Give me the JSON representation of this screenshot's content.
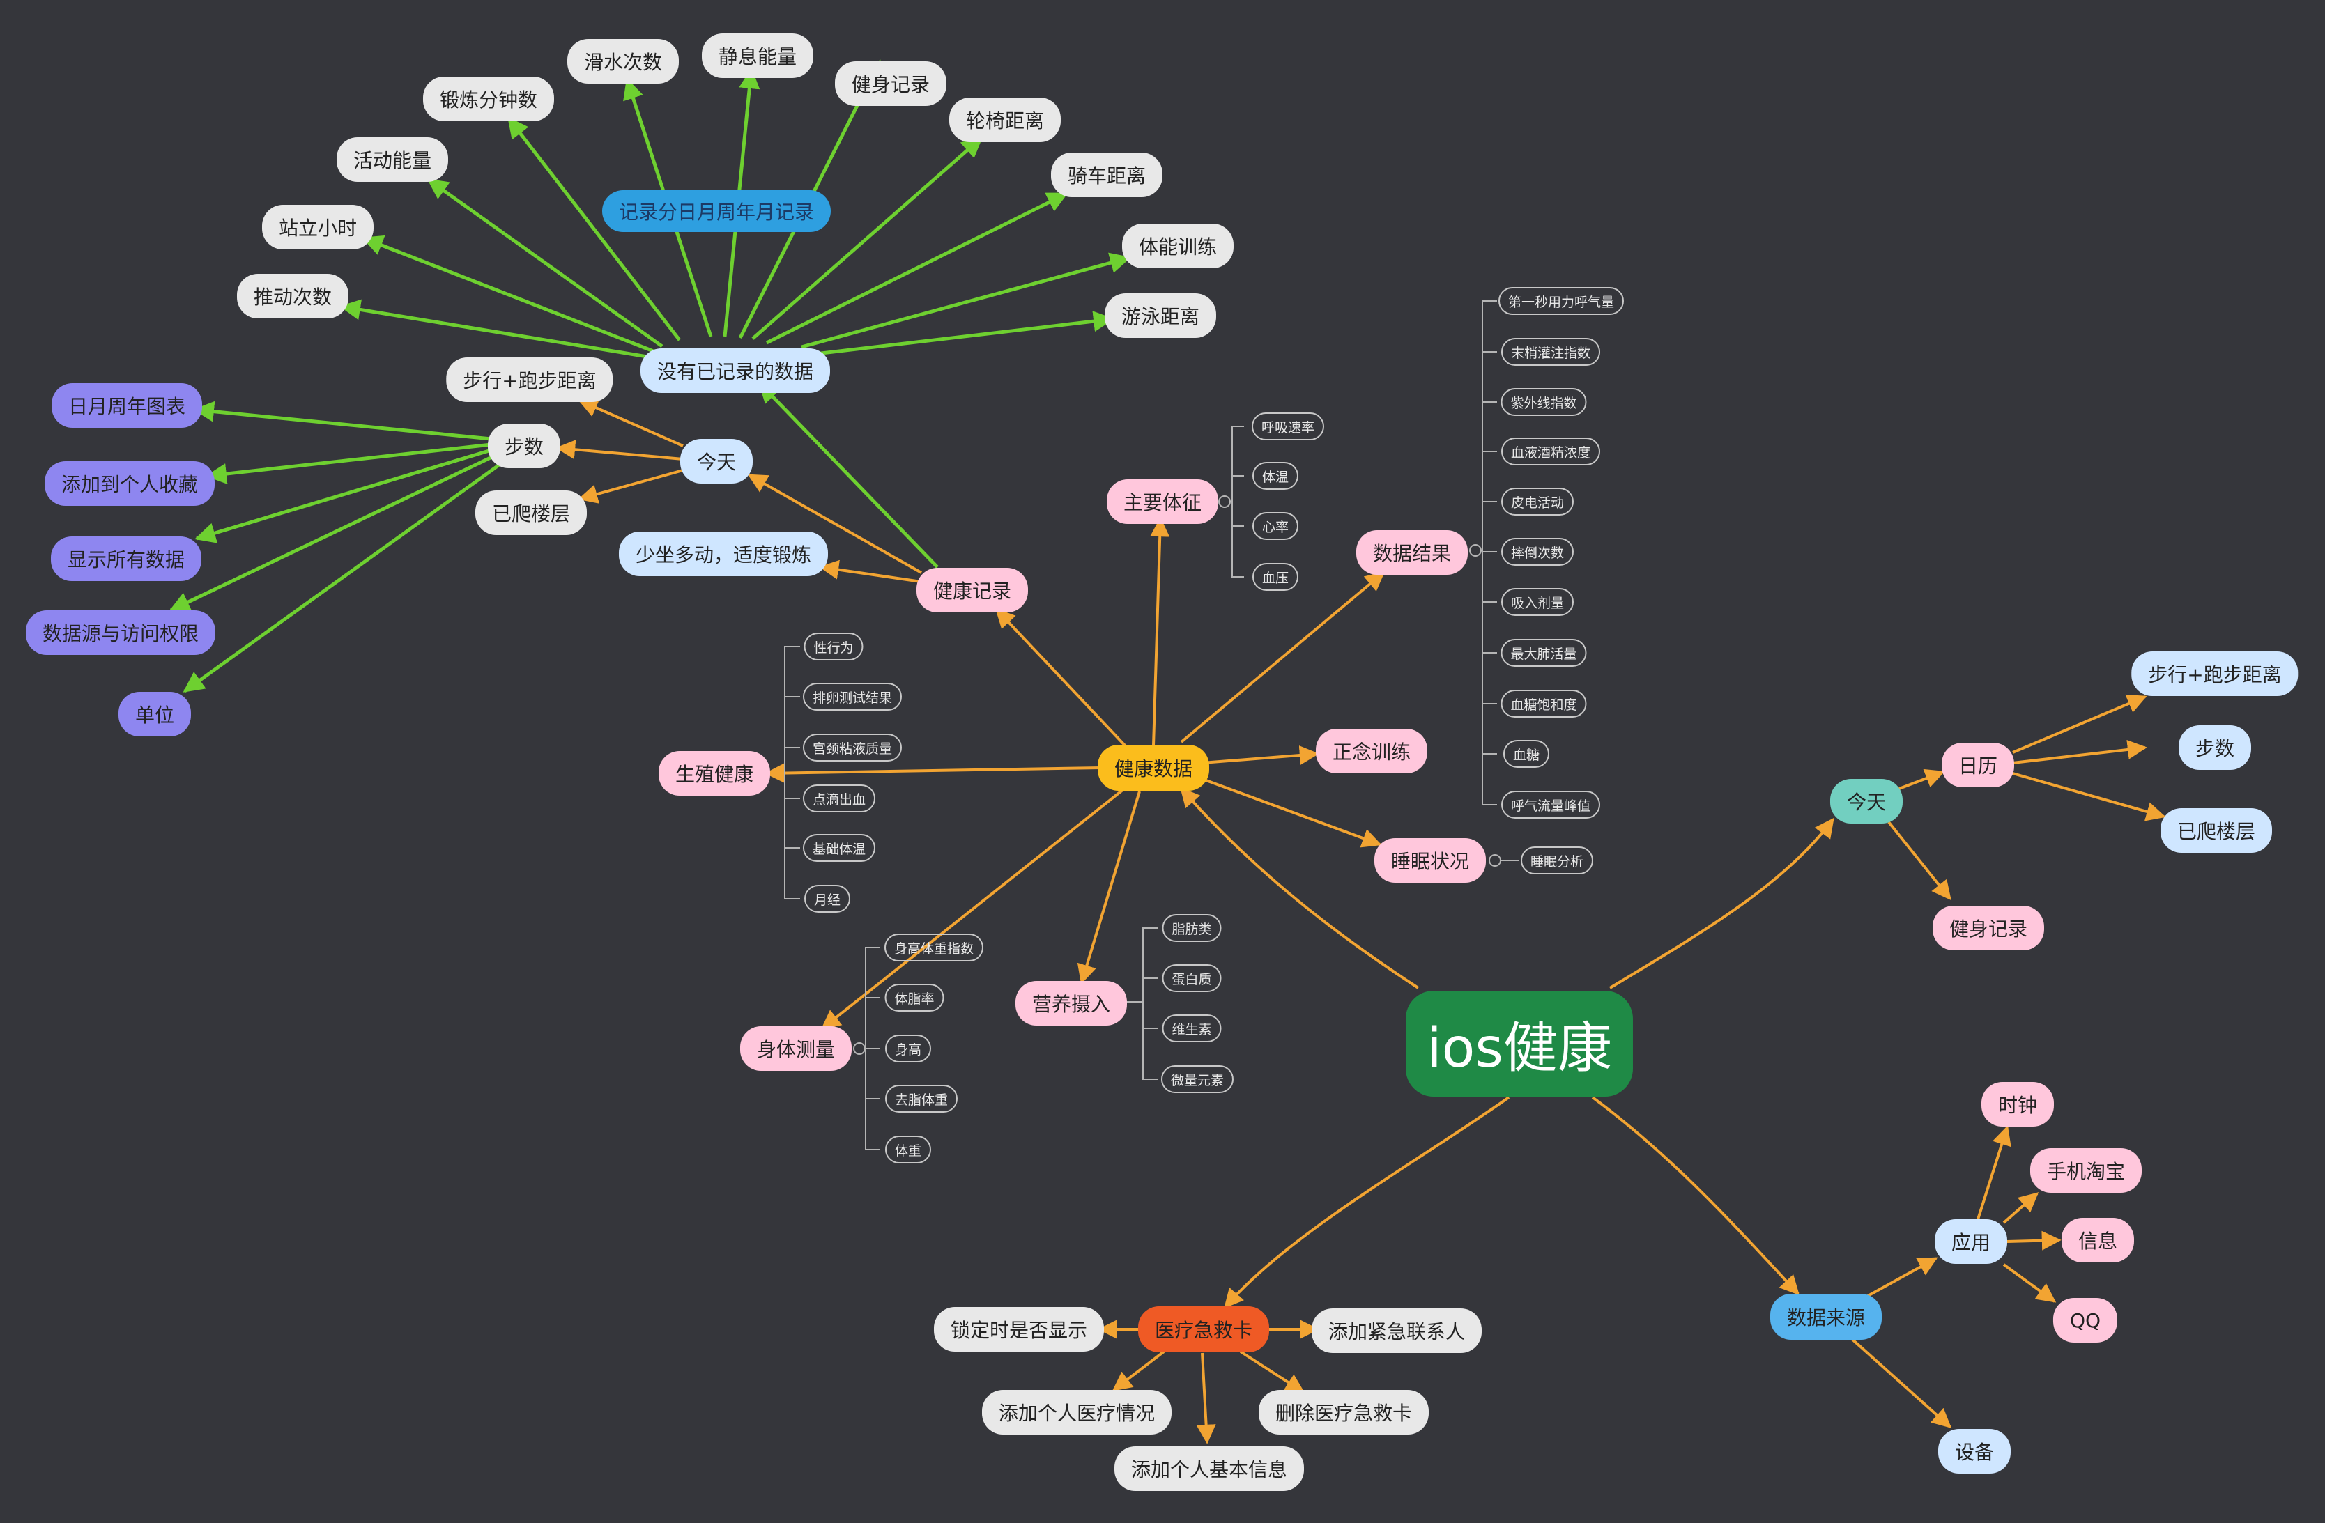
{
  "root": "ios健康",
  "health_data": {
    "label": "健康数据",
    "fitness_record": "健康记录",
    "fitness_sub": {
      "today": "今天",
      "sit_less": "少坐多动，适度锻炼",
      "no_data": "没有已记录的数据"
    },
    "today_children": {
      "walk_run": "步行+跑步距离",
      "steps": "步数",
      "floors": "已爬楼层"
    },
    "steps_children": [
      "日月周年图表",
      "添加到个人收藏",
      "显示所有数据",
      "数据源与访问权限",
      "单位"
    ],
    "no_data_note": "记录分日月周年月记录",
    "no_data_children": [
      "推动次数",
      "站立小时",
      "活动能量",
      "锻炼分钟数",
      "滑水次数",
      "静息能量",
      "健身记录",
      "轮椅距离",
      "骑车距离",
      "体能训练",
      "游泳距离"
    ],
    "vitals": {
      "label": "主要体征",
      "items": [
        "呼吸速率",
        "体温",
        "心率",
        "血压"
      ]
    },
    "results": {
      "label": "数据结果",
      "items": [
        "第一秒用力呼气量",
        "末梢灌注指数",
        "紫外线指数",
        "血液酒精浓度",
        "皮电活动",
        "摔倒次数",
        "吸入剂量",
        "最大肺活量",
        "血糖饱和度",
        "血糖",
        "呼气流量峰值"
      ]
    },
    "mindful": "正念训练",
    "sleep": {
      "label": "睡眠状况",
      "items": [
        "睡眠分析"
      ]
    },
    "reproductive": {
      "label": "生殖健康",
      "items": [
        "性行为",
        "排卵测试结果",
        "宫颈粘液质量",
        "点滴出血",
        "基础体温",
        "月经"
      ]
    },
    "body": {
      "label": "身体测量",
      "items": [
        "身高体重指数",
        "体脂率",
        "身高",
        "去脂体重",
        "体重"
      ]
    },
    "nutrition": {
      "label": "营养摄入",
      "items": [
        "脂肪类",
        "蛋白质",
        "维生素",
        "微量元素"
      ]
    }
  },
  "today_branch": {
    "label": "今天",
    "calendar": "日历",
    "calendar_children": [
      "步行+跑步距离",
      "步数",
      "已爬楼层"
    ],
    "fitness_record": "健身记录"
  },
  "data_source": {
    "label": "数据来源",
    "apps": "应用",
    "app_children": [
      "时钟",
      "手机淘宝",
      "信息",
      "QQ"
    ],
    "devices": "设备"
  },
  "medical_id": {
    "label": "医疗急救卡",
    "children": {
      "lock_screen": "锁定时是否显示",
      "emergency_contact": "添加紧急联系人",
      "medical_info": "添加个人医疗情况",
      "delete_card": "删除医疗急救卡",
      "basic_info": "添加个人基本信息"
    }
  },
  "colors": {
    "background": "#35363b",
    "orange_link": "#f2a432",
    "green_link": "#6ed030",
    "root": "#1f8a46"
  }
}
